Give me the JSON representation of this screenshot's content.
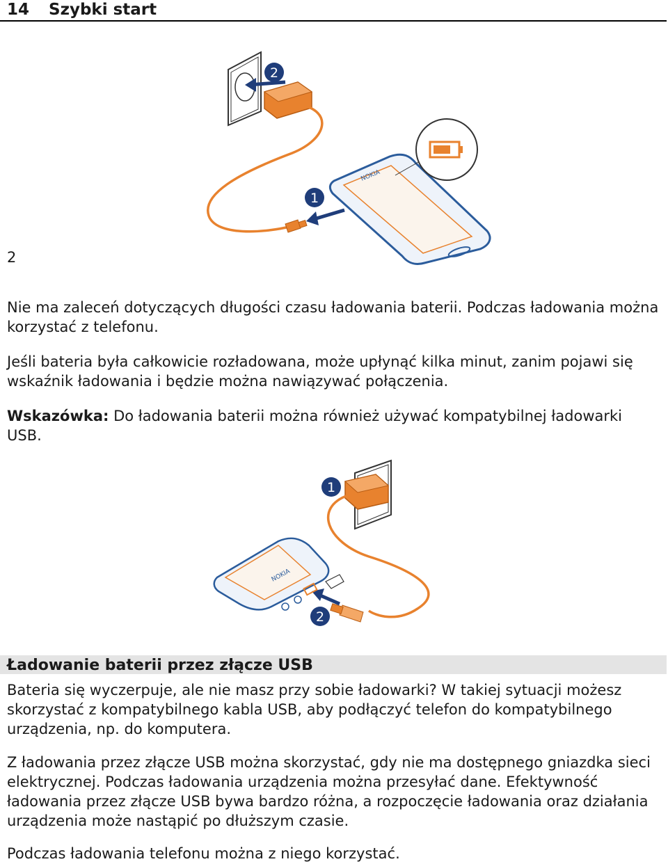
{
  "header": {
    "page_number": "14",
    "section_title": "Szybki start"
  },
  "figure1": {
    "callout_1": "1",
    "callout_2": "2",
    "phone_brand": "NOKIA"
  },
  "step_ref": "2",
  "paragraphs": {
    "p1": "Nie ma zaleceń dotyczących długości czasu ładowania baterii. Podczas ładowania można korzystać z telefonu.",
    "p2": "Jeśli bateria była całkowicie rozładowana, może upłynąć kilka minut, zanim pojawi się wskaźnik ładowania i będzie można nawiązywać połączenia.",
    "tip_label": "Wskazówka:",
    "tip_text": " Do ładowania baterii można również używać kompatybilnej ładowarki USB."
  },
  "figure2": {
    "callout_1": "1",
    "callout_2": "2",
    "phone_brand": "NOKIA"
  },
  "usb_section": {
    "heading": "Ładowanie baterii przez złącze USB",
    "p1": "Bateria się wyczerpuje, ale nie masz przy sobie ładowarki? W takiej sytuacji możesz skorzystać z kompatybilnego kabla USB, aby podłączyć telefon do kompatybilnego urządzenia, np. do komputera.",
    "p2": "Z ładowania przez złącze USB można skorzystać, gdy nie ma dostępnego gniazdka sieci elektrycznej. Podczas ładowania urządzenia można przesyłać dane. Efektywność ładowania przez złącze USB bywa bardzo różna, a rozpoczęcie ładowania oraz działania urządzenia może nastąpić po dłuższym czasie.",
    "p3": "Podczas ładowania telefonu można z niego korzystać."
  },
  "colors": {
    "accent_orange": "#e8822e",
    "phone_blue": "#2b5c9c",
    "callout_blue": "#1f3d7a"
  }
}
